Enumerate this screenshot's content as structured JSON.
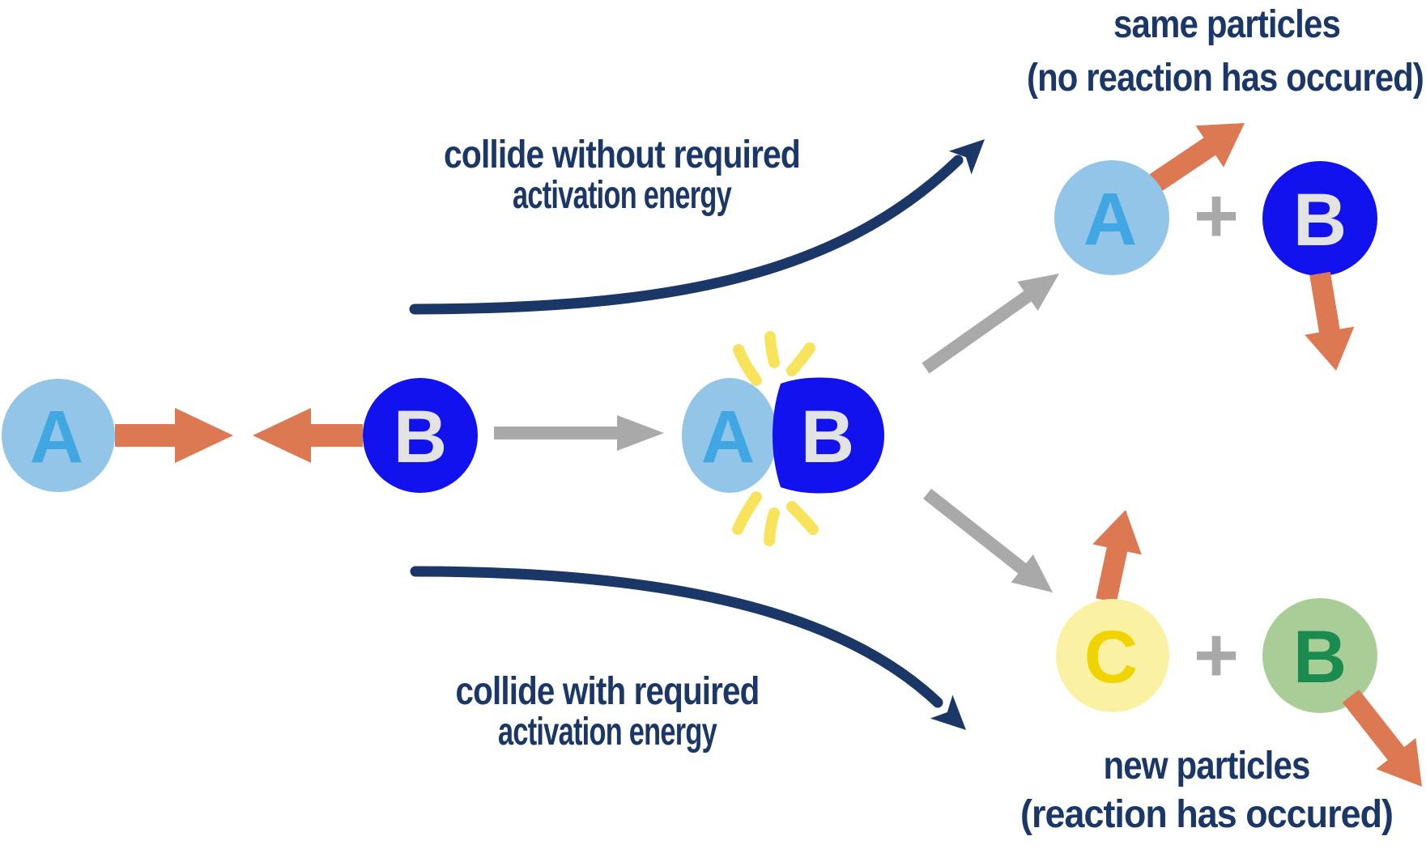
{
  "colors": {
    "navy": "#1B3768",
    "orange": "#DC7952",
    "gray": "#A9A9A9",
    "light_blue": "#92C5E8",
    "letter_blue": "#41A7E3",
    "strong_blue": "#1212EE",
    "letter_light": "#E3E3E3",
    "pale_yellow": "#FAF2A2",
    "letter_yellow": "#F0D400",
    "pale_green": "#A9CD97",
    "letter_green": "#1B8B4F",
    "spark_yellow": "#F8E45C"
  },
  "reactants": {
    "a": "A",
    "b": "B"
  },
  "collision": {
    "a": "A",
    "b": "B"
  },
  "paths": {
    "top": {
      "line1": "collide without required",
      "line2": "activation energy"
    },
    "bottom": {
      "line1": "collide with required",
      "line2": "activation energy"
    }
  },
  "outcomes": {
    "top": {
      "caption_line1": "same particles",
      "caption_line2": "(no reaction has occured)",
      "particle1": "A",
      "plus": "+",
      "particle2": "B"
    },
    "bottom": {
      "caption_line1": "new particles",
      "caption_line2": "(reaction has occured)",
      "particle1": "C",
      "plus": "+",
      "particle2": "B"
    }
  }
}
